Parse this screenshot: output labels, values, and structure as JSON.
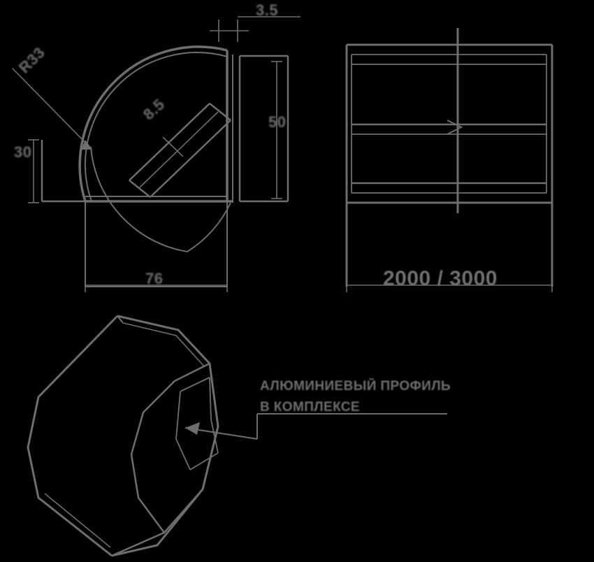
{
  "drawing": {
    "title": "Aluminium corner profile technical drawing",
    "line_color": "#6e6e6e",
    "background_color": "#000000"
  },
  "views": {
    "section": {
      "name": "cross-section-view",
      "dimensions": {
        "top_thickness": "3.5",
        "angle_radius": "R33",
        "inner_slot": "8.5",
        "right_height": "50",
        "left_height": "30",
        "bottom_width": "76"
      }
    },
    "elevation": {
      "name": "elevation-view",
      "length_label": "2000 / 3000"
    },
    "isometric": {
      "name": "isometric-view"
    }
  },
  "annotation": {
    "line1": "АЛЮМИНИЕВЫЙ ПРОФИЛЬ",
    "line2": "В КОМПЛЕКСЕ"
  }
}
